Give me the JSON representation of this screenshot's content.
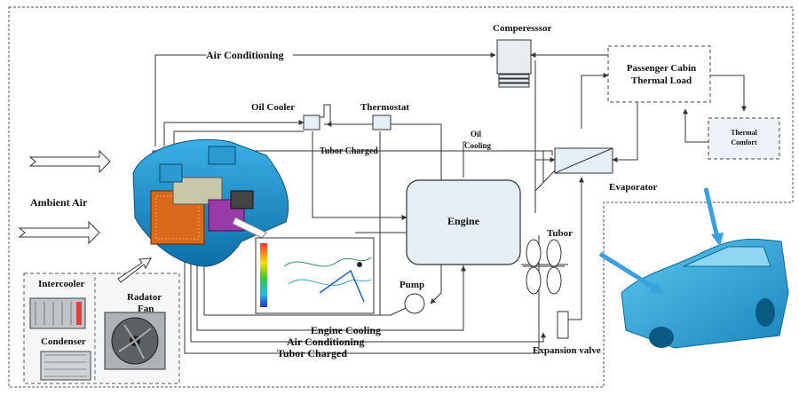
{
  "labels": {
    "compressor": "Comperesssor",
    "passenger_cabin": "Passenger Cabin",
    "thermal_load": "Thermal Load",
    "thermal_comfort_1": "Thermal",
    "thermal_comfort_2": "Comfort",
    "air_conditioning_top": "Air Conditioning",
    "oil_cooler": "Oil Cooler",
    "thermostat": "Thermostat",
    "oil_cooling_1": "Oil",
    "oil_cooling_2": "Cooling",
    "tubor_charged_top": "Tubor Charged",
    "evaporator": "Evaporator",
    "ambient_air": "Ambient Air",
    "engine": "Engine",
    "tubor": "Tubor",
    "pump": "Pump",
    "intercooler": "Intercooler",
    "radiator": "Radator",
    "fan": "Fan",
    "condenser": "Condenser",
    "engine_cooling": "Engine Cooling",
    "air_conditioning_bottom": "Air Conditioning",
    "tubor_charged_bottom": "Tubor Charged",
    "expansion_valve": "Expansion valve"
  },
  "colors": {
    "line": "#333333",
    "box_fill": "#e6eef6",
    "cabin_fill": "#ffffff",
    "comfort_fill": "#eef2f8",
    "car_blue": "#29a3d6",
    "arrow_blue": "#3aa0e0",
    "hood_blue": "#1e90c8"
  }
}
